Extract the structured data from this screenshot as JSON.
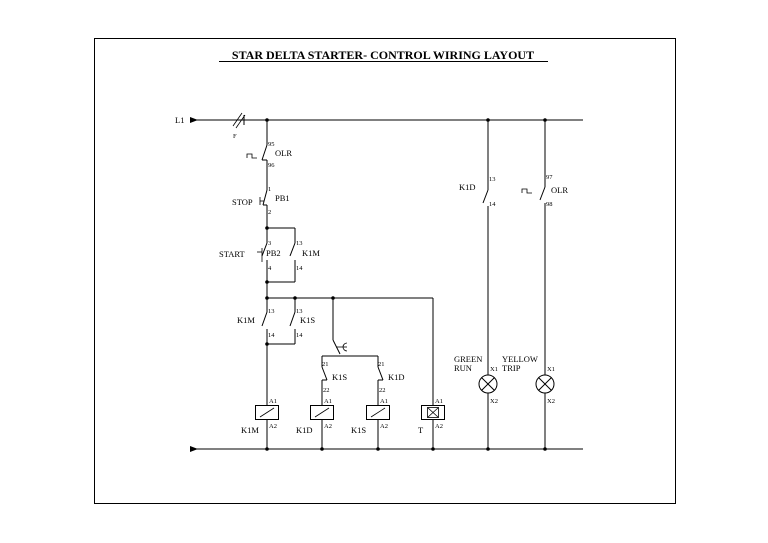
{
  "title": "STAR DELTA STARTER- CONTROL WIRING LAYOUT",
  "supply": {
    "line": "L1",
    "fuse": "F"
  },
  "olr_nc": {
    "name": "OLR",
    "t1": "95",
    "t2": "96"
  },
  "stop": {
    "label": "STOP",
    "name": "PB1",
    "t1": "1",
    "t2": "2"
  },
  "start": {
    "label": "START",
    "name": "PB2",
    "t1": "3",
    "t2": "4"
  },
  "hold": {
    "name": "K1M",
    "t1": "13",
    "t2": "14"
  },
  "k1m_aux": {
    "name": "K1M",
    "t1": "13",
    "t2": "14"
  },
  "k1s_aux": {
    "name": "K1S",
    "t1": "13",
    "t2": "14"
  },
  "k1s_nc": {
    "name": "K1S",
    "t1": "21",
    "t2": "22"
  },
  "k1d_nc": {
    "name": "K1D",
    "t1": "21",
    "t2": "22"
  },
  "k1d_no": {
    "name": "K1D",
    "t1": "13",
    "t2": "14"
  },
  "olr_no": {
    "name": "OLR",
    "t1": "97",
    "t2": "98"
  },
  "coils": [
    {
      "name": "K1M",
      "a1": "A1",
      "a2": "A2"
    },
    {
      "name": "K1D",
      "a1": "A1",
      "a2": "A2"
    },
    {
      "name": "K1S",
      "a1": "A1",
      "a2": "A2"
    },
    {
      "name": "T",
      "a1": "A1",
      "a2": "A2"
    }
  ],
  "lamps": [
    {
      "label1": "GREEN",
      "label2": "RUN",
      "x1": "X1",
      "x2": "X2"
    },
    {
      "label1": "YELLOW",
      "label2": "TRIP",
      "x1": "X1",
      "x2": "X2"
    }
  ]
}
